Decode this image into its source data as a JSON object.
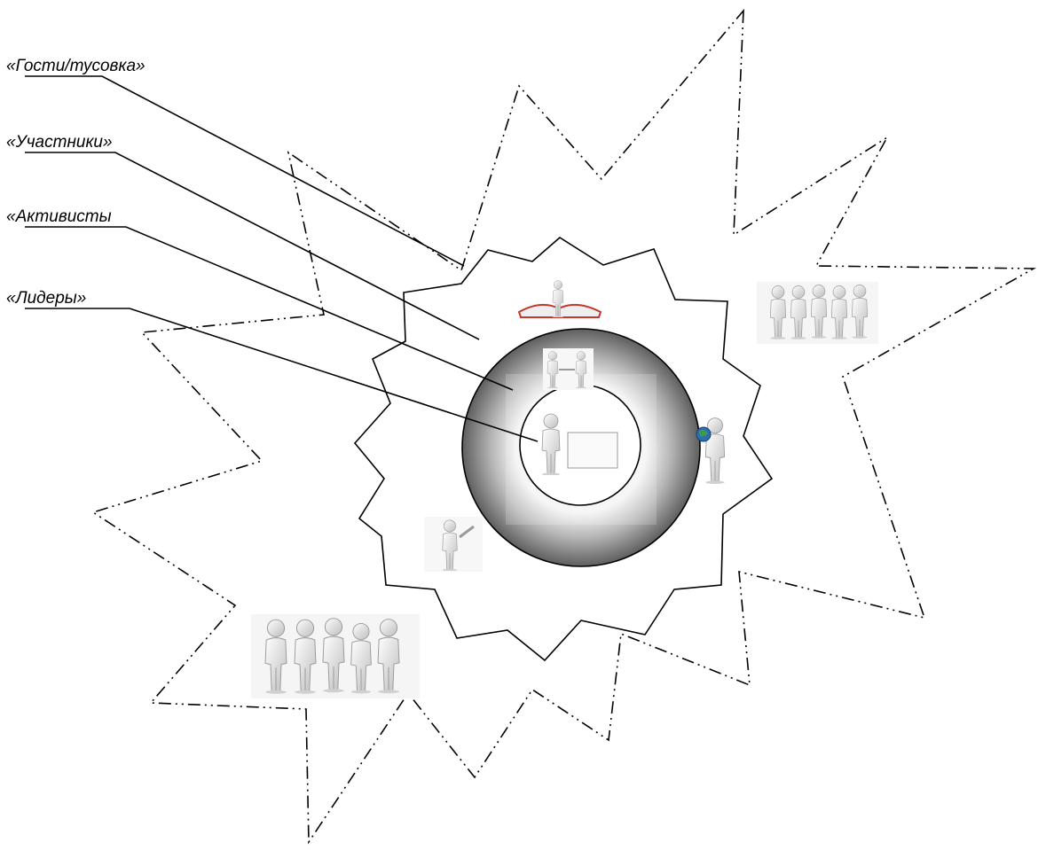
{
  "diagram": {
    "labels": {
      "guests": "«Гости/тусовка»",
      "participants": "«Участники»",
      "activists": "«Активисты",
      "leaders": "«Лидеры»"
    },
    "colors": {
      "line": "#000000",
      "ring_dark": "#5e5e5e",
      "ring_light": "#ededed",
      "book_red": "#c0392b",
      "globe_blue": "#2a6fb5",
      "figure_grey": "#e6e6e6"
    },
    "icons": {
      "outer_zone": "group-of-people-icon",
      "gear_zone": [
        "reading-person-icon",
        "person-with-globe-icon",
        "waving-person-icon"
      ],
      "ring_zone": "handshake-icon",
      "center": "presenter-with-board-icon"
    }
  }
}
